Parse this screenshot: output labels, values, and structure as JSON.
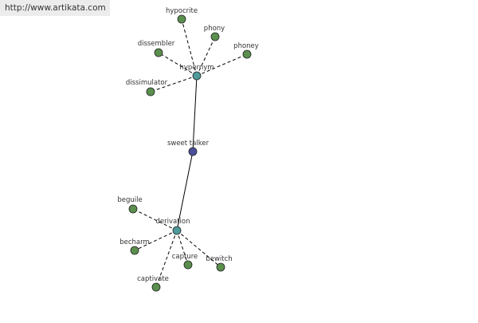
{
  "header": {
    "url": "http://www.artikata.com"
  },
  "graph": {
    "colors": {
      "leaf": "#5a8f4e",
      "hub": "#4f9a9a",
      "center": "#4a4f9a",
      "stroke": "#222222",
      "edge": "#000000"
    },
    "nodes": [
      {
        "id": "hypocrite",
        "label": "hypocrite",
        "kind": "leaf"
      },
      {
        "id": "phony",
        "label": "phony",
        "kind": "leaf"
      },
      {
        "id": "dissembler",
        "label": "dissembler",
        "kind": "leaf"
      },
      {
        "id": "phoney",
        "label": "phoney",
        "kind": "leaf"
      },
      {
        "id": "hypernym",
        "label": "hypernym",
        "kind": "hub"
      },
      {
        "id": "dissimulator",
        "label": "dissimulator",
        "kind": "leaf"
      },
      {
        "id": "sweet-talker",
        "label": "sweet talker",
        "kind": "center"
      },
      {
        "id": "beguile",
        "label": "beguile",
        "kind": "leaf"
      },
      {
        "id": "derivation",
        "label": "derivation",
        "kind": "hub"
      },
      {
        "id": "becharm",
        "label": "becharm",
        "kind": "leaf"
      },
      {
        "id": "capture",
        "label": "capture",
        "kind": "leaf"
      },
      {
        "id": "bewitch",
        "label": "bewitch",
        "kind": "leaf"
      },
      {
        "id": "captivate",
        "label": "captivate",
        "kind": "leaf"
      }
    ],
    "edges": [
      {
        "from": "sweet-talker",
        "to": "hypernym",
        "style": "solid"
      },
      {
        "from": "sweet-talker",
        "to": "derivation",
        "style": "solid"
      },
      {
        "from": "hypernym",
        "to": "hypocrite",
        "style": "dashed"
      },
      {
        "from": "hypernym",
        "to": "phony",
        "style": "dashed"
      },
      {
        "from": "hypernym",
        "to": "dissembler",
        "style": "dashed"
      },
      {
        "from": "hypernym",
        "to": "phoney",
        "style": "dashed"
      },
      {
        "from": "hypernym",
        "to": "dissimulator",
        "style": "dashed"
      },
      {
        "from": "derivation",
        "to": "beguile",
        "style": "dashed"
      },
      {
        "from": "derivation",
        "to": "becharm",
        "style": "dashed"
      },
      {
        "from": "derivation",
        "to": "capture",
        "style": "dashed"
      },
      {
        "from": "derivation",
        "to": "bewitch",
        "style": "dashed"
      },
      {
        "from": "derivation",
        "to": "captivate",
        "style": "dashed"
      }
    ]
  }
}
